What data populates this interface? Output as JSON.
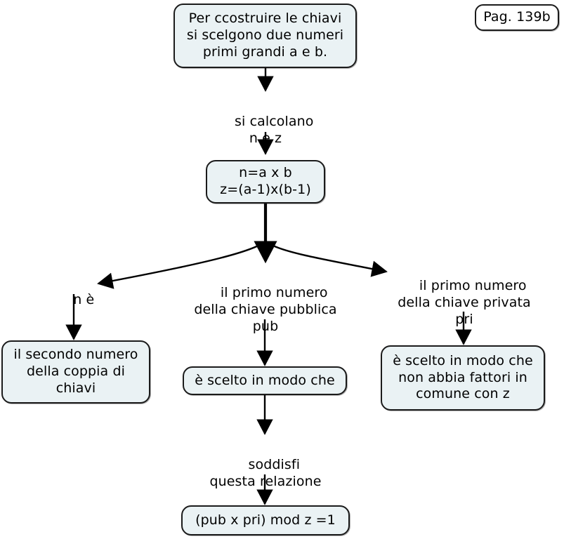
{
  "page": {
    "badge_label": "Pag. 139b",
    "background": "#ffffff",
    "node_fill": "#eaf2f4",
    "stroke": "#1b1b1b"
  },
  "nodes": {
    "start": "Per ccostruire le chiavi\nsi scelgono due numeri\nprimi grandi a e b.",
    "formula": "n=a x b\nz=(a-1)x(b-1)",
    "left_result": "il secondo numero\ndella coppia di\nchiavi",
    "middle_result": "è scelto in modo che",
    "right_result": "è scelto in modo che\nnon abbia fattori in\ncomune con z",
    "final": "(pub x pri) mod z =1"
  },
  "edge_labels": {
    "calc": "si calcolano\nn e z",
    "branch_left": "n è",
    "branch_middle": "il primo numero\ndella chiave pubblica\npub",
    "branch_right": "il primo numero\ndella chiave privata\npri",
    "satisfies": "soddisfi\nquesta relazione"
  }
}
